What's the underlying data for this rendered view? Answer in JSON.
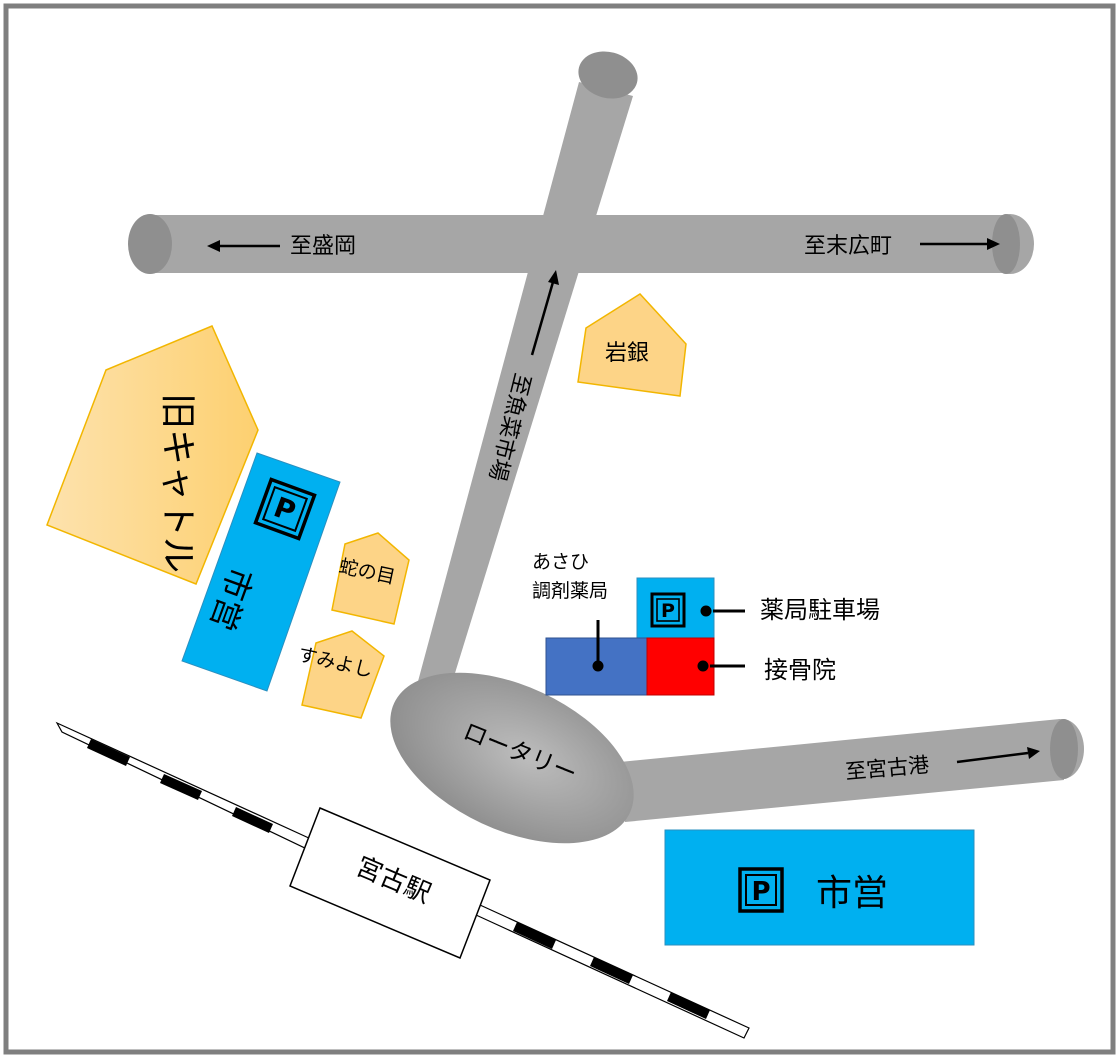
{
  "map": {
    "roads": {
      "to_morioka": "至盛岡",
      "to_suehirocho": "至末広町",
      "to_uonayaichiba": "至魚菜市場",
      "to_miyako_port": "至宮古港",
      "rotary": "ロータリー"
    },
    "buildings": {
      "former_cattle": "旧キャトル",
      "iwagin": "岩銀",
      "janome": "蛇の目",
      "sumiyoshi": "すみよし",
      "station": "宮古駅"
    },
    "parking": {
      "symbol": "P",
      "municipal_left_label": "市営",
      "municipal_right_label": "市営",
      "pharmacy_parking_label": "薬局駐車場"
    },
    "shops": {
      "pharmacy_line1": "あさひ",
      "pharmacy_line2": "調剤薬局",
      "bonesetter": "接骨院"
    },
    "colors": {
      "road": "#a6a6a6",
      "road_cap": "#8f8f8f",
      "building_fill": "#fdd487",
      "building_edge": "#f2b600",
      "parking_blue": "#00b0f0",
      "pharmacy_blue": "#4472c4",
      "bonesetter_red": "#ff0000",
      "frame": "#7f7f7f"
    }
  }
}
